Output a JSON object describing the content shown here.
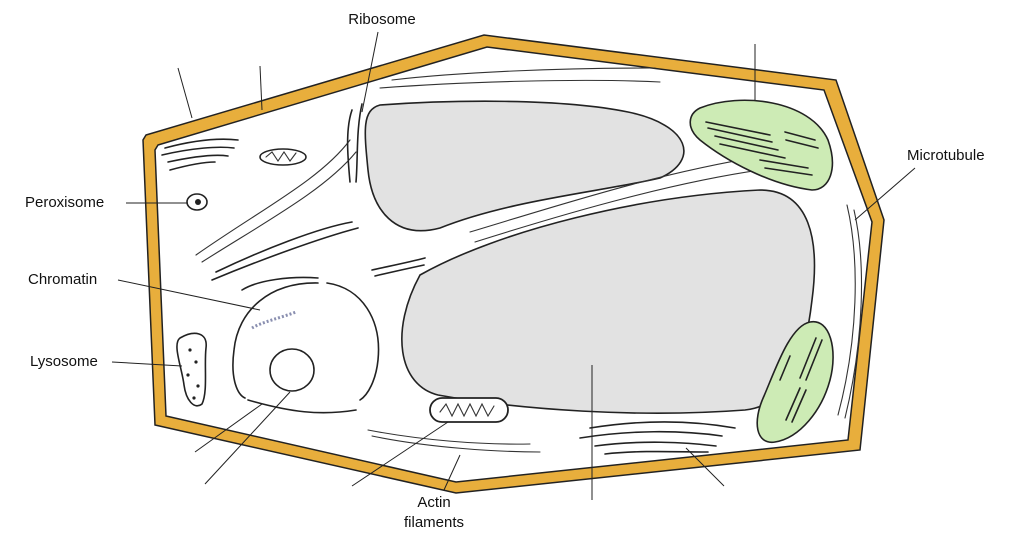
{
  "labels": {
    "ribosome": "Ribosome",
    "microtubule": "Microtubule",
    "peroxisome": "Peroxisome",
    "chromatin": "Chromatin",
    "lysosome": "Lysosome",
    "actin_line1": "Actin",
    "actin_line2": "filaments"
  },
  "colors": {
    "cell_wall": "#E8AE3C",
    "cytoplasm": "#ffffff",
    "vacuole": "#E2E2E2",
    "chloroplast": "#CDEBB5",
    "outline": "#222222"
  }
}
